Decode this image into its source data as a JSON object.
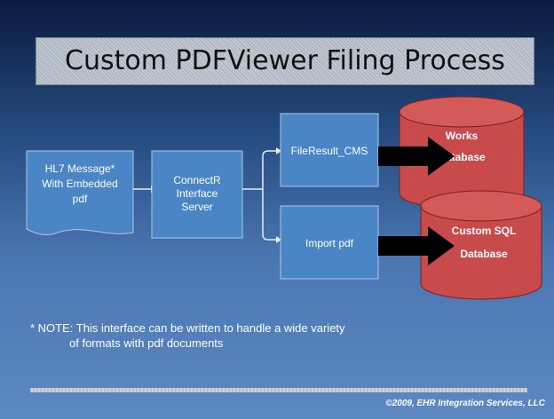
{
  "slide": {
    "title": "Custom PDFViewer Filing Process",
    "note_line1": "* NOTE:  This interface can be written to handle a wide variety",
    "note_line2": "of formats with pdf documents",
    "copyright": "©2009, EHR Integration Services, LLC"
  },
  "diagram": {
    "nodes": {
      "hl7": {
        "lines": [
          "HL7 Message*",
          "With Embedded",
          "pdf"
        ]
      },
      "connectr": {
        "lines": [
          "ConnectR",
          "Interface",
          "Server"
        ]
      },
      "fileresult": {
        "label": "FileResult_CMS"
      },
      "import": {
        "label": "Import pdf"
      },
      "works_db": {
        "lines": [
          "Works",
          "Database"
        ]
      },
      "sql_db": {
        "lines": [
          "Custom SQL",
          "Database"
        ]
      }
    },
    "colors": {
      "process_box": "#4a86c6",
      "database": "#c84a4a",
      "arrow": "#000000",
      "connector": "#e6ecf6"
    }
  }
}
